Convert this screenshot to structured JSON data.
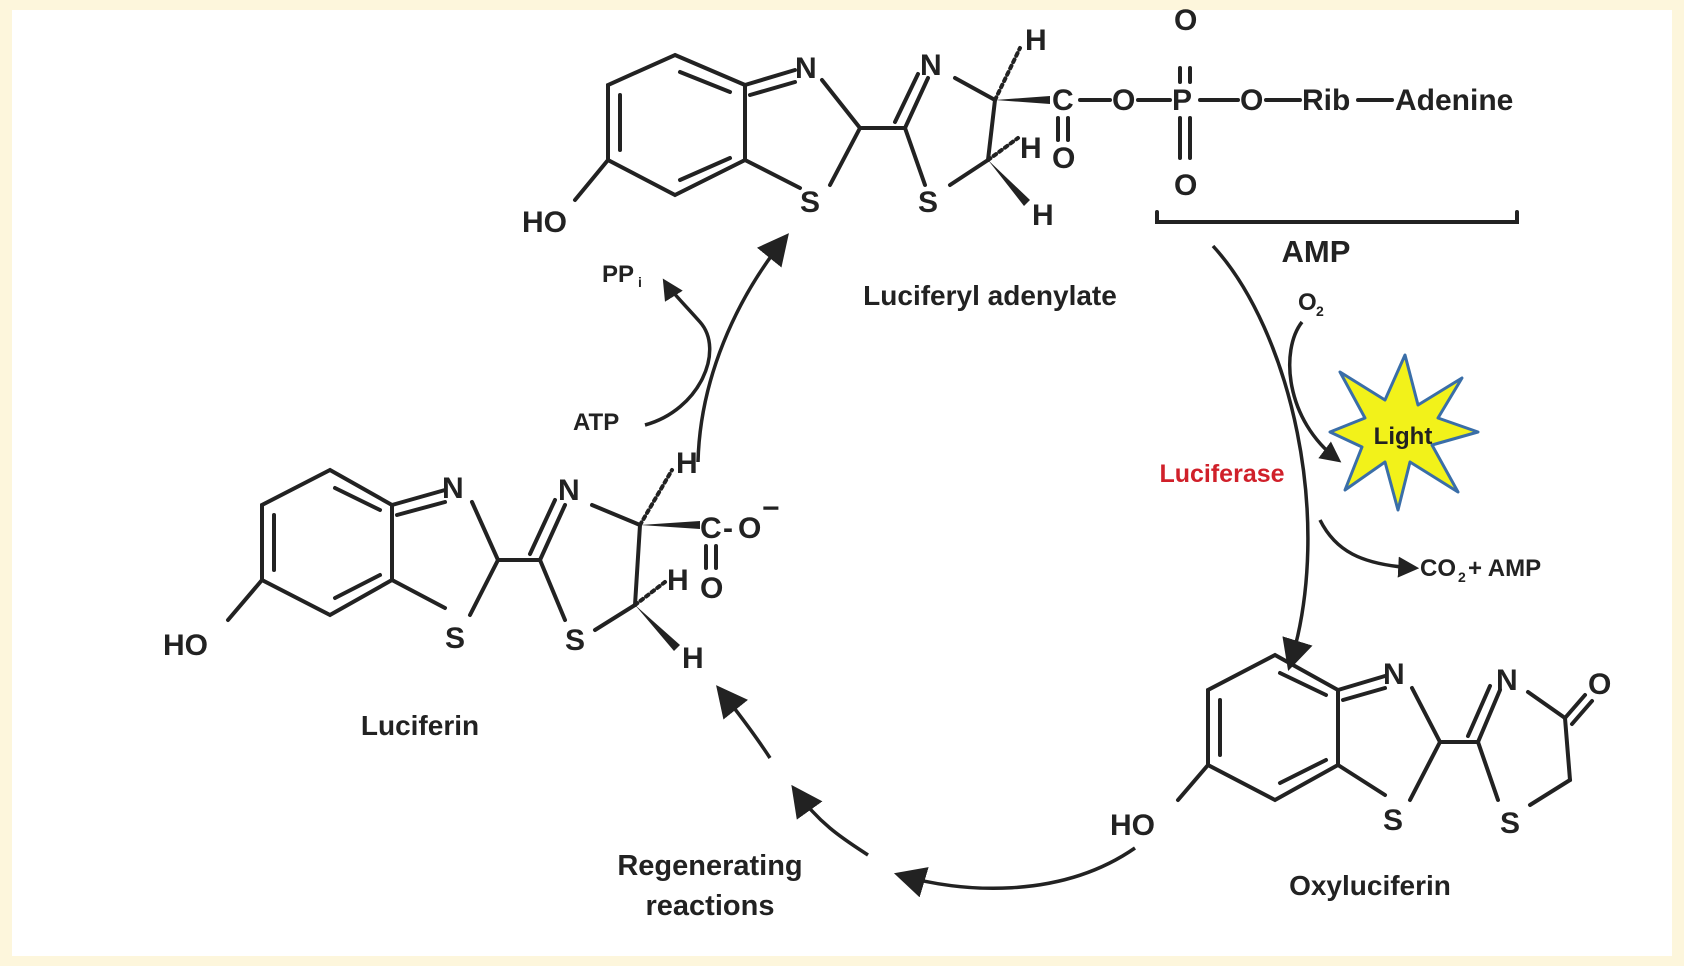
{
  "compounds": {
    "luciferyl_adenylate": "Luciferyl adenylate",
    "luciferin": "Luciferin",
    "oxyluciferin": "Oxyluciferin"
  },
  "groups": {
    "amp": "AMP",
    "rib": "Rib",
    "adenine": "Adenine"
  },
  "reagents": {
    "ppi": "PP",
    "ppi_sub": "i",
    "atp": "ATP",
    "o2": "O",
    "o2_sub": "2",
    "co2_amp_a": "CO",
    "co2_amp_sub": "2",
    "co2_amp_b": " + AMP",
    "light": "Light"
  },
  "enzyme": "Luciferase",
  "process": {
    "line1": "Regenerating",
    "line2": "reactions"
  },
  "atoms": {
    "N": "N",
    "S": "S",
    "H": "H",
    "O": "O",
    "C": "C",
    "P": "P",
    "HO": "HO",
    "minus": "−",
    "dash": "-"
  },
  "colors": {
    "enzyme": "#d0202a",
    "starburst_fill": "#f2f21a",
    "starburst_stroke": "#3a6ea8",
    "text": "#222222",
    "background": "#fdf6dc"
  }
}
